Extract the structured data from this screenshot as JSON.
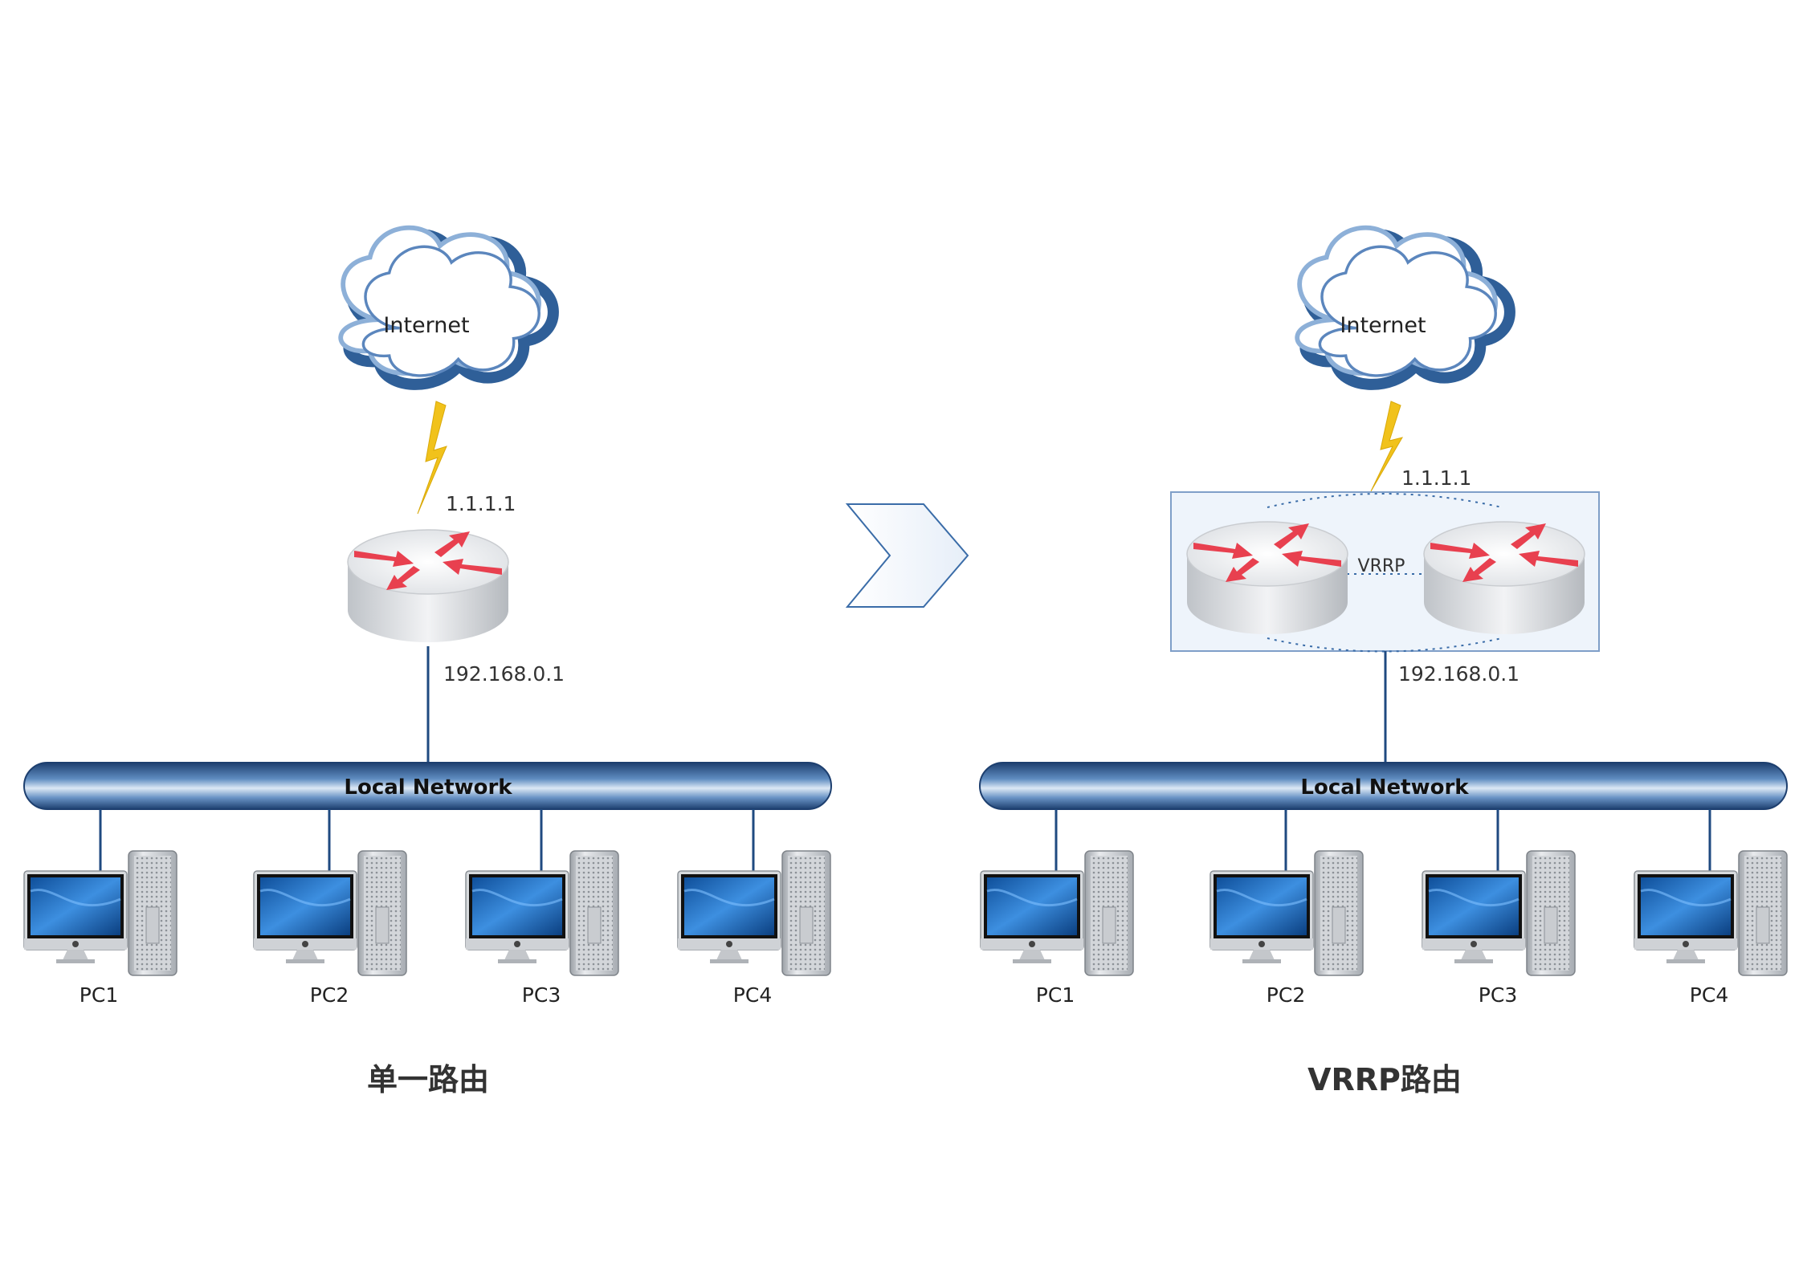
{
  "left": {
    "cloud_label": "Internet",
    "wan_ip": "1.1.1.1",
    "lan_ip": "192.168.0.1",
    "bus_label": "Local Network",
    "pcs": [
      "PC1",
      "PC2",
      "PC3",
      "PC4"
    ],
    "caption": "单一路由"
  },
  "right": {
    "cloud_label": "Internet",
    "wan_ip": "1.1.1.1",
    "lan_ip": "192.168.0.1",
    "vrrp_label": "VRRP",
    "bus_label": "Local Network",
    "pcs": [
      "PC1",
      "PC2",
      "PC3",
      "PC4"
    ],
    "caption": "VRRP路由"
  },
  "colors": {
    "cloud": "#3f6fa6",
    "bolt": "#f1c21b",
    "router_arrow": "#e8404f",
    "bus": "#2c5a92",
    "link_line": "#1f4a80",
    "vrrp_box": "#eef4fb"
  },
  "icons": {
    "cloud": "cloud-icon",
    "lightning": "lightning-icon",
    "router": "router-icon",
    "pc": "desktop-computer-icon",
    "transition_arrow": "chevron-right-icon"
  }
}
